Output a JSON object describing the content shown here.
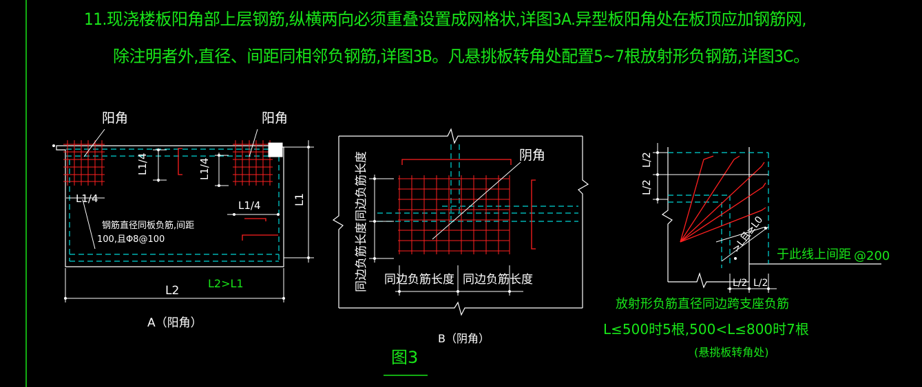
{
  "notes": {
    "line1": "11.现浇楼板阳角部上层钢筋,纵横两向必须重叠设置成网格状,详图3A.异型板阳角处在板顶应加钢筋网,",
    "line2": "除注明者外,直径、间距同相邻负钢筋,详图3B。凡悬挑板转角处配置5~7根放射形负钢筋,详图3C。"
  },
  "detail_a": {
    "corner_left": "阳角",
    "corner_right": "阳角",
    "dim_quarter_1": "L1/4",
    "dim_quarter_2": "L1/4",
    "dim_quarter_3": "L1/4",
    "dim_quarter_4": "L1/4",
    "dim_l1": "L1",
    "dim_l2": "L2",
    "condition": "L2>L1",
    "rebar_note_1": "钢筋直径同板负筋,间距",
    "rebar_note_2": "100,且Φ8@100",
    "caption": "A（阳角）"
  },
  "detail_b": {
    "corner": "阴角",
    "len_top": "同边负筋长度",
    "len_bottom": "同边负筋长度",
    "len_left": "同边负筋长度",
    "len_right": "同边负筋长度",
    "caption": "B（阴角）"
  },
  "detail_c": {
    "dim_top_1": "L/2",
    "dim_top_2": "L/2",
    "dim_diag": ">L且≥L0",
    "dim_bottom_1": "L/2",
    "dim_bottom_2": "L/2",
    "spacing_note": "于此线上间距",
    "spacing_value": "@200",
    "note_1": "放射形负筋直径同边跨支座负筋",
    "note_2": "L≤500时5根,500<L≤800时7根",
    "note_3": "(悬挑板转角处)"
  },
  "figure_label": "图3",
  "colors": {
    "background": "#000000",
    "note_text": "#19e619",
    "rebar": "#ff0000",
    "outline": "#ffffff",
    "hidden_line": "#00d7d7",
    "dimension_line": "#ffffff"
  }
}
